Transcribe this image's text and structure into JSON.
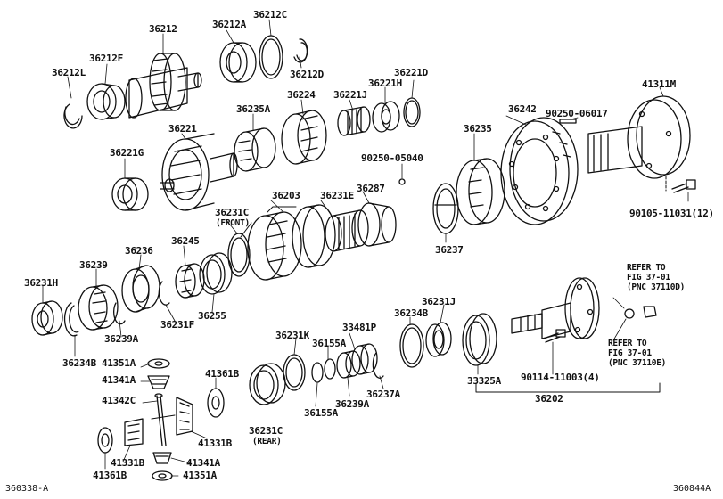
{
  "diagram": {
    "ink_color": "#111111",
    "background": "#ffffff",
    "corner_left": "360338-A",
    "corner_right": "360844A",
    "callouts": [
      {
        "id": "c1",
        "text": "36212"
      },
      {
        "id": "c2",
        "text": "36212A"
      },
      {
        "id": "c3",
        "text": "36212C"
      },
      {
        "id": "c4",
        "text": "36212F"
      },
      {
        "id": "c5",
        "text": "36212L"
      },
      {
        "id": "c6",
        "text": "36212D"
      },
      {
        "id": "c7",
        "text": "36221D"
      },
      {
        "id": "c8",
        "text": "36221H"
      },
      {
        "id": "c9",
        "text": "36221J"
      },
      {
        "id": "c10",
        "text": "36224"
      },
      {
        "id": "c11",
        "text": "36235A"
      },
      {
        "id": "c12",
        "text": "36221"
      },
      {
        "id": "c13",
        "text": "36221G"
      },
      {
        "id": "c14",
        "text": "90250-05040"
      },
      {
        "id": "c15",
        "text": "36203"
      },
      {
        "id": "c16",
        "text": "36231E"
      },
      {
        "id": "c17",
        "text": "36287"
      },
      {
        "id": "c18",
        "text": "36231C"
      },
      {
        "id": "c19",
        "text": "(FRONT)"
      },
      {
        "id": "c20",
        "text": "36236"
      },
      {
        "id": "c21",
        "text": "36245"
      },
      {
        "id": "c22",
        "text": "36239"
      },
      {
        "id": "c23",
        "text": "36231H"
      },
      {
        "id": "c24",
        "text": "36239A"
      },
      {
        "id": "c25",
        "text": "36231F"
      },
      {
        "id": "c26",
        "text": "36255"
      },
      {
        "id": "c27",
        "text": "36234B"
      },
      {
        "id": "c28",
        "text": "41351A"
      },
      {
        "id": "c29",
        "text": "41341A"
      },
      {
        "id": "c30",
        "text": "41342C"
      },
      {
        "id": "c31",
        "text": "41361B"
      },
      {
        "id": "c32",
        "text": "41331B"
      },
      {
        "id": "c33",
        "text": "41331B"
      },
      {
        "id": "c34",
        "text": "41341A"
      },
      {
        "id": "c35",
        "text": "41361B"
      },
      {
        "id": "c36",
        "text": "41351A"
      },
      {
        "id": "c37",
        "text": "36231K"
      },
      {
        "id": "c38",
        "text": "36155A"
      },
      {
        "id": "c39",
        "text": "33481P"
      },
      {
        "id": "c40",
        "text": "36155A"
      },
      {
        "id": "c41",
        "text": "36239A"
      },
      {
        "id": "c42",
        "text": "36237A"
      },
      {
        "id": "c43",
        "text": "36231C"
      },
      {
        "id": "c44",
        "text": "(REAR)"
      },
      {
        "id": "c45",
        "text": "36234B"
      },
      {
        "id": "c46",
        "text": "36231J"
      },
      {
        "id": "c47",
        "text": "33325A"
      },
      {
        "id": "c48",
        "text": "36202"
      },
      {
        "id": "c49",
        "text": "90114-11003(4)"
      },
      {
        "id": "c50",
        "text": "36242"
      },
      {
        "id": "c51",
        "text": "90250-06017"
      },
      {
        "id": "c52",
        "text": "41311M"
      },
      {
        "id": "c53",
        "text": "36235"
      },
      {
        "id": "c54",
        "text": "36237"
      },
      {
        "id": "c55",
        "text": "90105-11031(12)"
      }
    ],
    "references": [
      {
        "id": "r1",
        "lines": [
          "REFER TO",
          "FIG 37-01",
          "(PNC 37110D)"
        ]
      },
      {
        "id": "r2",
        "lines": [
          "REFER TO",
          "FIG 37-01",
          "(PNC 37110E)"
        ]
      }
    ]
  }
}
